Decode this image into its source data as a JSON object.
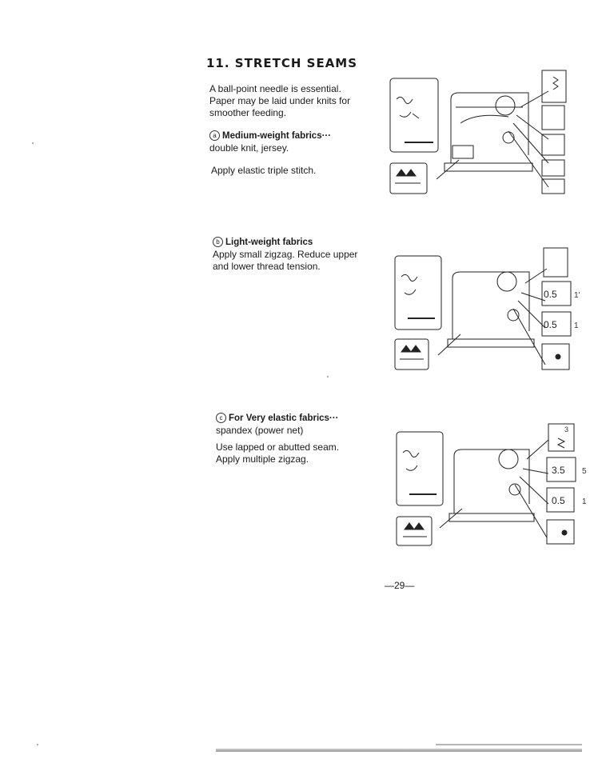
{
  "section": {
    "title": "11. STRETCH SEAMS",
    "intro": [
      "A ball-point needle is essential.",
      "Paper may be laid under knits for",
      "smoother feeding."
    ]
  },
  "items": [
    {
      "marker": "a",
      "heading": "Medium-weight fabrics···",
      "lines": [
        "double knit, jersey."
      ],
      "instruction": [
        "Apply elastic triple stitch."
      ],
      "dial_values": [
        "",
        ""
      ]
    },
    {
      "marker": "b",
      "heading": "Light-weight fabrics",
      "lines": [
        "Apply small zigzag. Reduce upper",
        "and lower thread tension."
      ],
      "instruction": [],
      "dial_values": [
        "0.5",
        "0.5"
      ],
      "side_marks": [
        "1'",
        "1"
      ]
    },
    {
      "marker": "c",
      "heading": "For Very elastic fabrics···",
      "lines": [
        "spandex (power net)"
      ],
      "instruction": [
        "Use lapped or abutted seam.",
        "Apply multiple zigzag."
      ],
      "dial_values": [
        "3.5",
        "0.5"
      ],
      "side_marks": [
        "5",
        "1"
      ],
      "top_mark": "3"
    }
  ],
  "page_number": "—29—"
}
